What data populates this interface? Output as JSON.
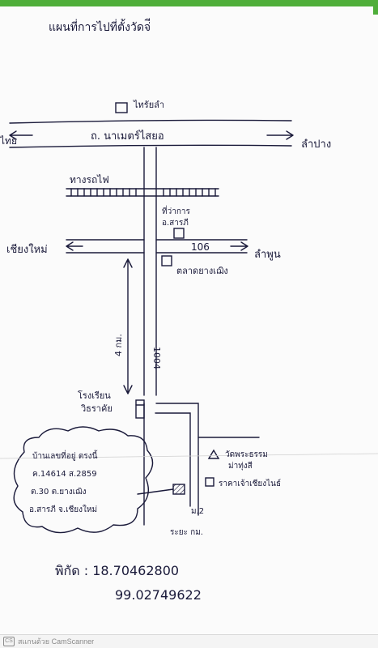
{
  "map": {
    "title": "แผนที่การไปที่ตั้งวัดจ่ี",
    "roads": {
      "main_road_label": "ถ. นาเมตร์ไสยอ",
      "west_main": "ไทย",
      "east_main": "ลำปาง",
      "railway_label": "ทางรถไฟ",
      "cross_road_number": "106",
      "west_cross": "เชียงใหม่",
      "east_cross": "ลำพูน",
      "vertical_road_number": "1004",
      "distance_label": "4 กม."
    },
    "landmarks": {
      "temple_top": "ไทรัยลำ",
      "district_office_line1": "ที่ว่าการ",
      "district_office_line2": "อ.สารภี",
      "market": "ตลาดยางเฌิง",
      "school_line1": "โรงเรียน",
      "school_line2": "วิธราคัย",
      "moo_label": "ม.2",
      "temple_right_line1": "วัดพระธรรม",
      "temple_right_line2": "ม่าทุ่งสี",
      "shop_right": "ราคาเจ้าเชียงไนธ์",
      "bottom_label": "ระยะ กม.",
      "cs_mark": "CS"
    },
    "destination_note": {
      "line1": "บ้านเลขที่อยู่ ตรงนี้",
      "line2": "ค.14614 ส.2859",
      "line3": "ต.30 ต.ยางเฌิง",
      "line4": "อ.สารภี จ.เชียงใหม่"
    },
    "coordinates": {
      "line1": "พิกัด : 18.70462800",
      "line2": "99.02749622"
    }
  },
  "footer": {
    "scanner_badge": "CS",
    "scanner_text": "สแกนด้วย CamScanner"
  },
  "colors": {
    "ink": "#1a1a3a",
    "accent_green": "#4fae3a"
  }
}
